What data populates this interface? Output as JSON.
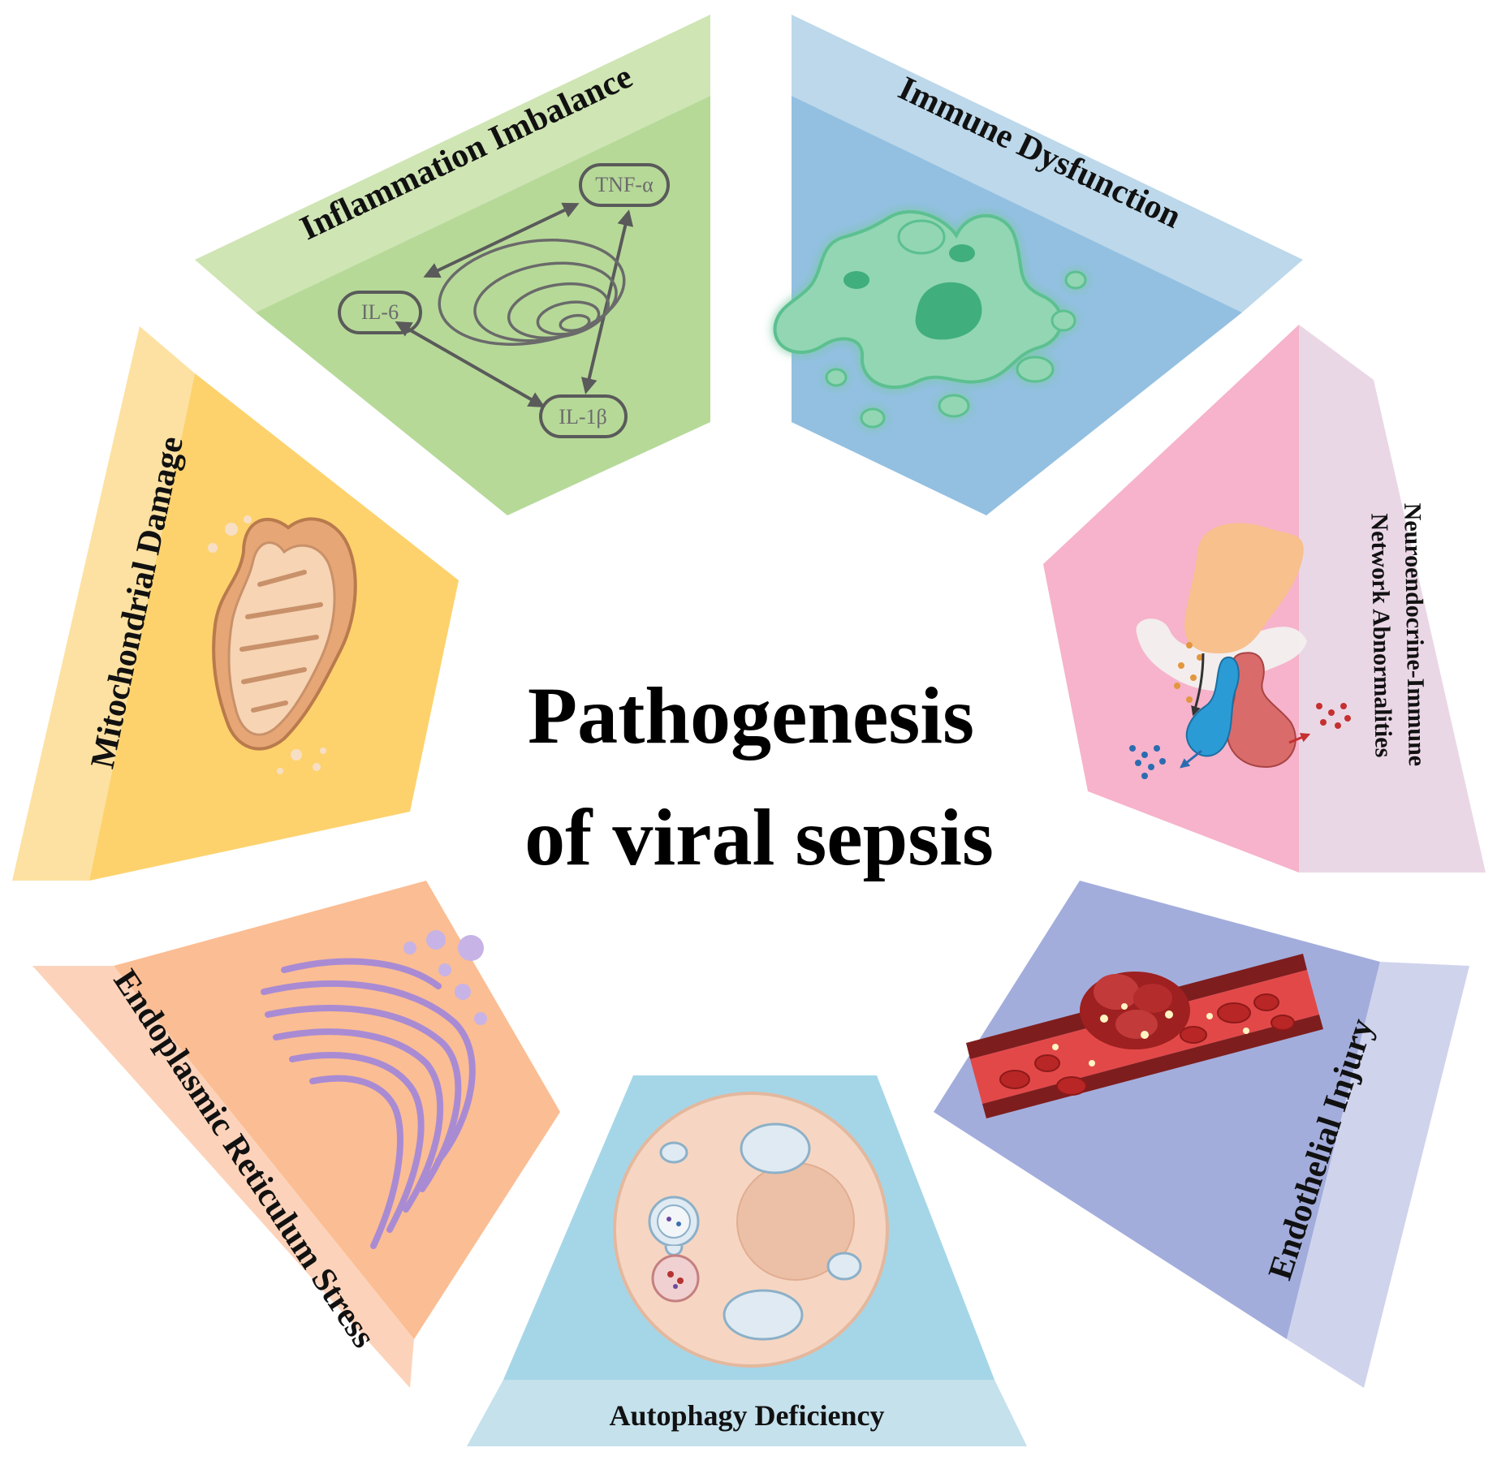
{
  "title": {
    "line1": "Pathogenesis",
    "line2": "of viral sepsis"
  },
  "segments": [
    {
      "id": "inflammation",
      "label": "Inflammation Imbalance",
      "outer_color": "#cfe5b4",
      "inner_color": "#b6d998"
    },
    {
      "id": "immune",
      "label": "Immune Dysfunction",
      "outer_color": "#bcd8ea",
      "inner_color": "#93c0e1"
    },
    {
      "id": "neuro",
      "label_line1": "Neuroendocrine-Immune",
      "label_line2": "Network Abnormalities",
      "outer_color": "#ead7e6",
      "inner_color": "#f6b3cb"
    },
    {
      "id": "endothelial",
      "label": "Endothelial Injury",
      "outer_color": "#cfd3ec",
      "inner_color": "#a3addc"
    },
    {
      "id": "autophagy",
      "label": "Autophagy Deficiency",
      "outer_color": "#c4e1ec",
      "inner_color": "#a5d6e8"
    },
    {
      "id": "er",
      "label": "Endoplasmic Reticulum Stress",
      "outer_color": "#fcd3ba",
      "inner_color": "#fbbd93"
    },
    {
      "id": "mito",
      "label": "Mitochondrial Damage",
      "outer_color": "#fde1a2",
      "inner_color": "#fdd26d"
    }
  ],
  "cytokines": {
    "tnf": "TNF-α",
    "il6": "IL-6",
    "il1b": "IL-1β"
  }
}
